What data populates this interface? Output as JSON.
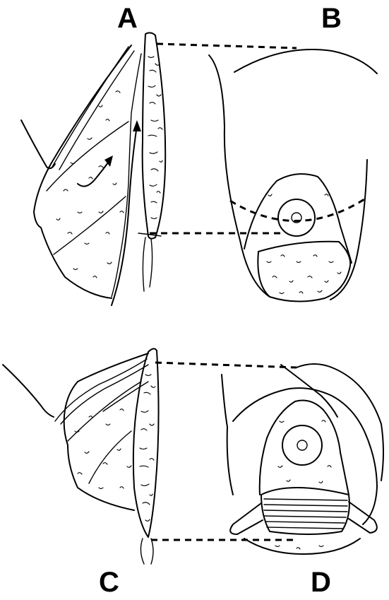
{
  "panels": {
    "a": {
      "label": "A"
    },
    "b": {
      "label": "B"
    },
    "c": {
      "label": "C"
    },
    "d": {
      "label": "D"
    }
  }
}
